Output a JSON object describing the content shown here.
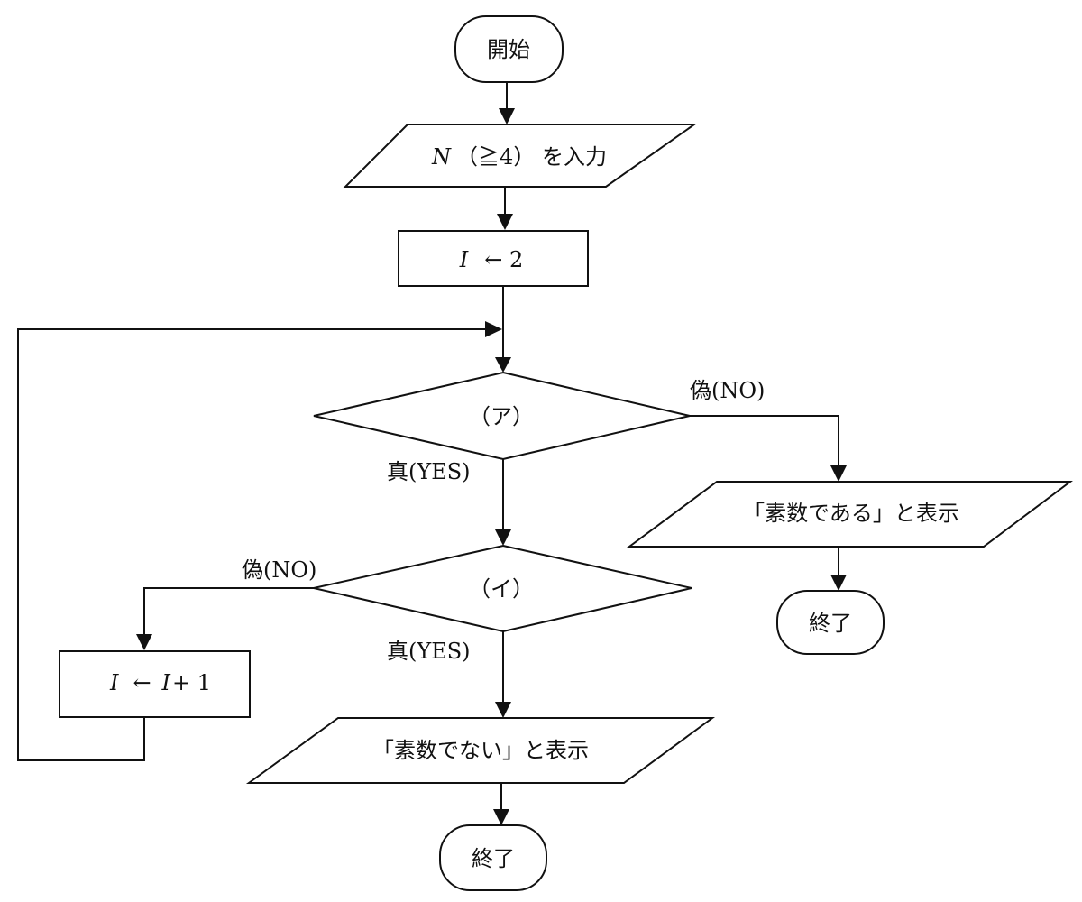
{
  "nodes": {
    "start": "開始",
    "input_var": "N",
    "input_rest": "（≧4） を入力",
    "init_var": "I",
    "init_rest": "← 2",
    "cond_a": "（ア）",
    "cond_i": "（イ）",
    "inc_var": "I",
    "inc_arrow": "←",
    "inc_var2": "I",
    "inc_rest": "+ 1",
    "out_prime": "「素数である」と表示",
    "out_not_prime": "「素数でない」と表示",
    "end_right": "終了",
    "end_bottom": "終了"
  },
  "edge_labels": {
    "a_yes": "真(YES)",
    "a_no": "偽(NO)",
    "i_yes": "真(YES)",
    "i_no": "偽(NO)"
  },
  "colors": {
    "ink": "#111111",
    "background": "#ffffff"
  }
}
